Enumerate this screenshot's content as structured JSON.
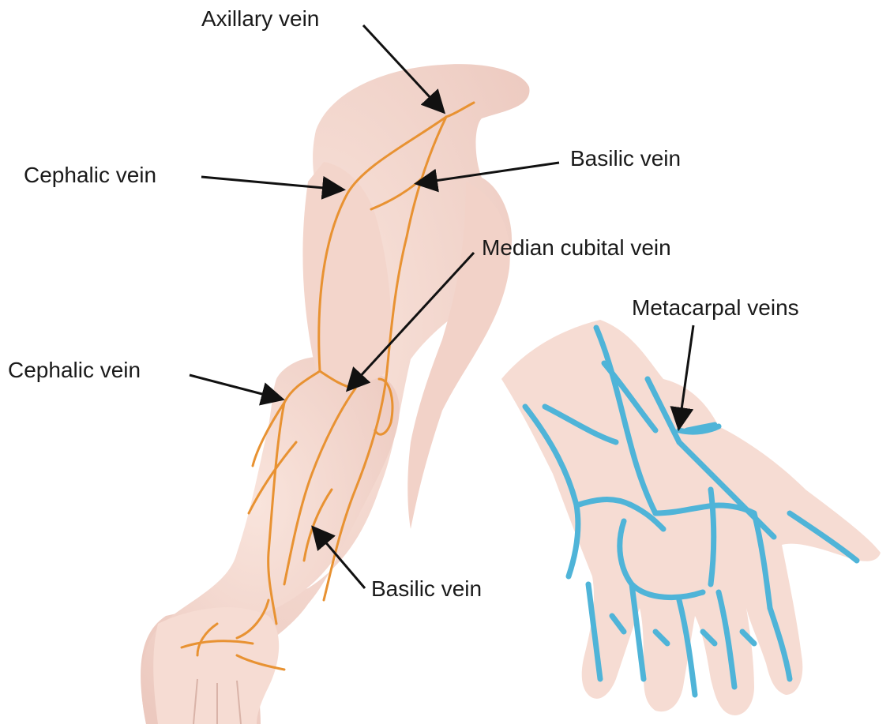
{
  "labels": {
    "axillary_vein": "Axillary vein",
    "cephalic_vein_upper": "Cephalic vein",
    "basilic_vein_upper": "Basilic vein",
    "median_cubital_vein": "Median cubital vein",
    "metacarpal_veins": "Metacarpal veins",
    "cephalic_vein_lower": "Cephalic vein",
    "basilic_vein_lower": "Basilic vein"
  },
  "colors": {
    "skin": "#f6dcd3",
    "skin_shadow": "#e7c2b7",
    "arm_vein": "#e89232",
    "hand_vein": "#4fb4d8",
    "arrow": "#111111",
    "label_text": "#1a1a1a"
  }
}
